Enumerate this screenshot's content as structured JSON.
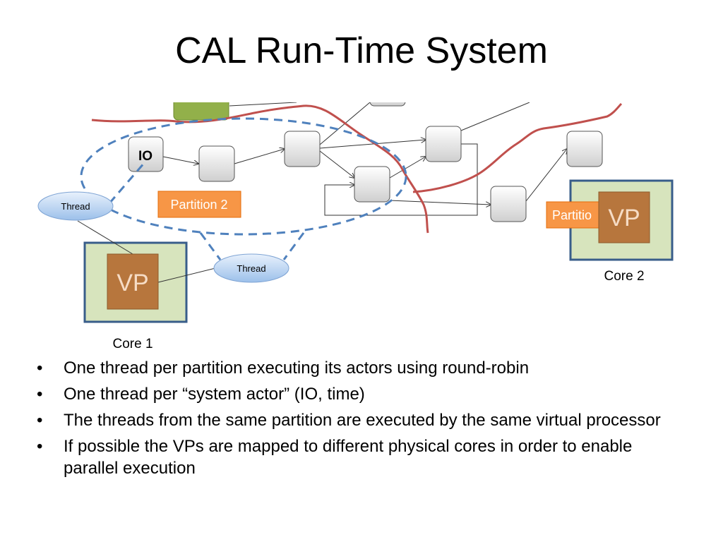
{
  "slide": {
    "title": "CAL Run-Time System"
  },
  "diagram": {
    "io_label": "IO",
    "thread_label_1": "Thread",
    "thread_label_2": "Thread",
    "partition_label": "Partition 2",
    "partition_label_cut": "Partitio",
    "vp_label_1": "VP",
    "vp_label_2": "VP",
    "core1_label": "Core 1",
    "core2_label": "Core 2"
  },
  "colors": {
    "core_fill": "#d7e4bd",
    "core_border": "#385d8a",
    "vp_fill": "#b7763d",
    "partition_fill": "#f79646",
    "thread_fill": "#c6d9f1",
    "dashed": "#4f81bd",
    "red_line": "#c0504d",
    "actor_fill": "#e0e0e0",
    "green_block": "#92b04a"
  },
  "bullets": [
    "One thread per partition executing its actors using round-robin",
    "One thread per “system actor” (IO, time)",
    "The threads from the same partition are executed by the same virtual processor",
    "If possible the VPs are mapped to different physical cores in order to enable parallel execution"
  ],
  "bullet_marker": "•"
}
